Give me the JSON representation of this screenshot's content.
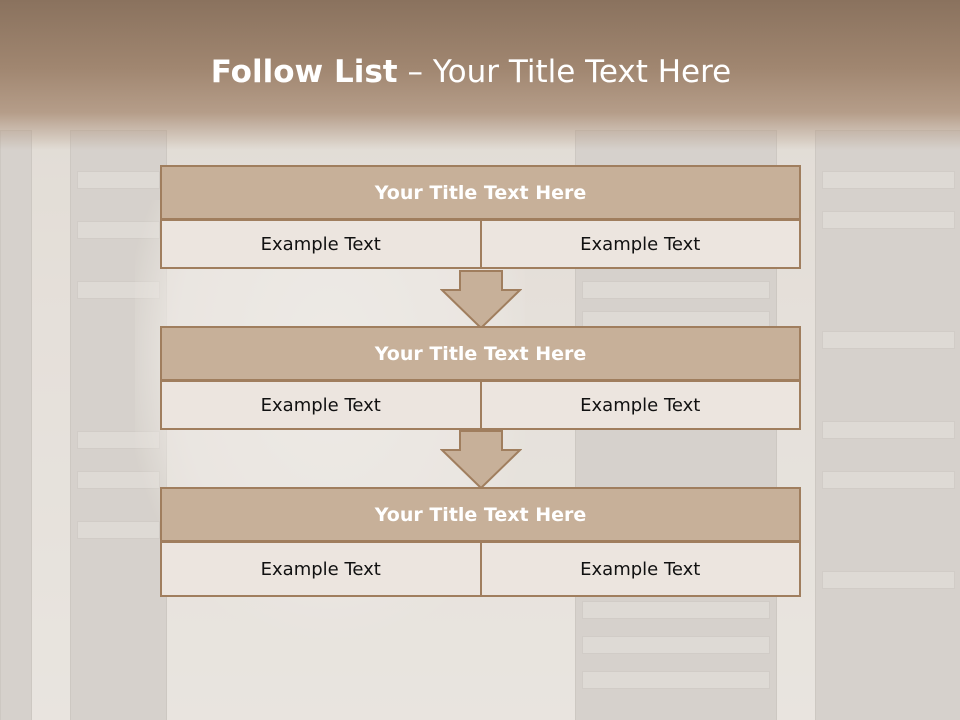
{
  "slide": {
    "title_bold": "Follow List",
    "title_rest": "– Your Title Text Here"
  },
  "blocks": [
    {
      "title": "Your Title Text Here",
      "left": "Example Text",
      "right": "Example Text"
    },
    {
      "title": "Your Title Text Here",
      "left": "Example Text",
      "right": "Example Text"
    },
    {
      "title": "Your Title Text Here",
      "left": "Example Text",
      "right": "Example Text"
    }
  ],
  "colors": {
    "header": "#a08670",
    "block_title_fill": "#c7b099",
    "border": "#a07e5e",
    "cell_fill": "#ece5df",
    "arrow_fill": "#c7b099"
  }
}
